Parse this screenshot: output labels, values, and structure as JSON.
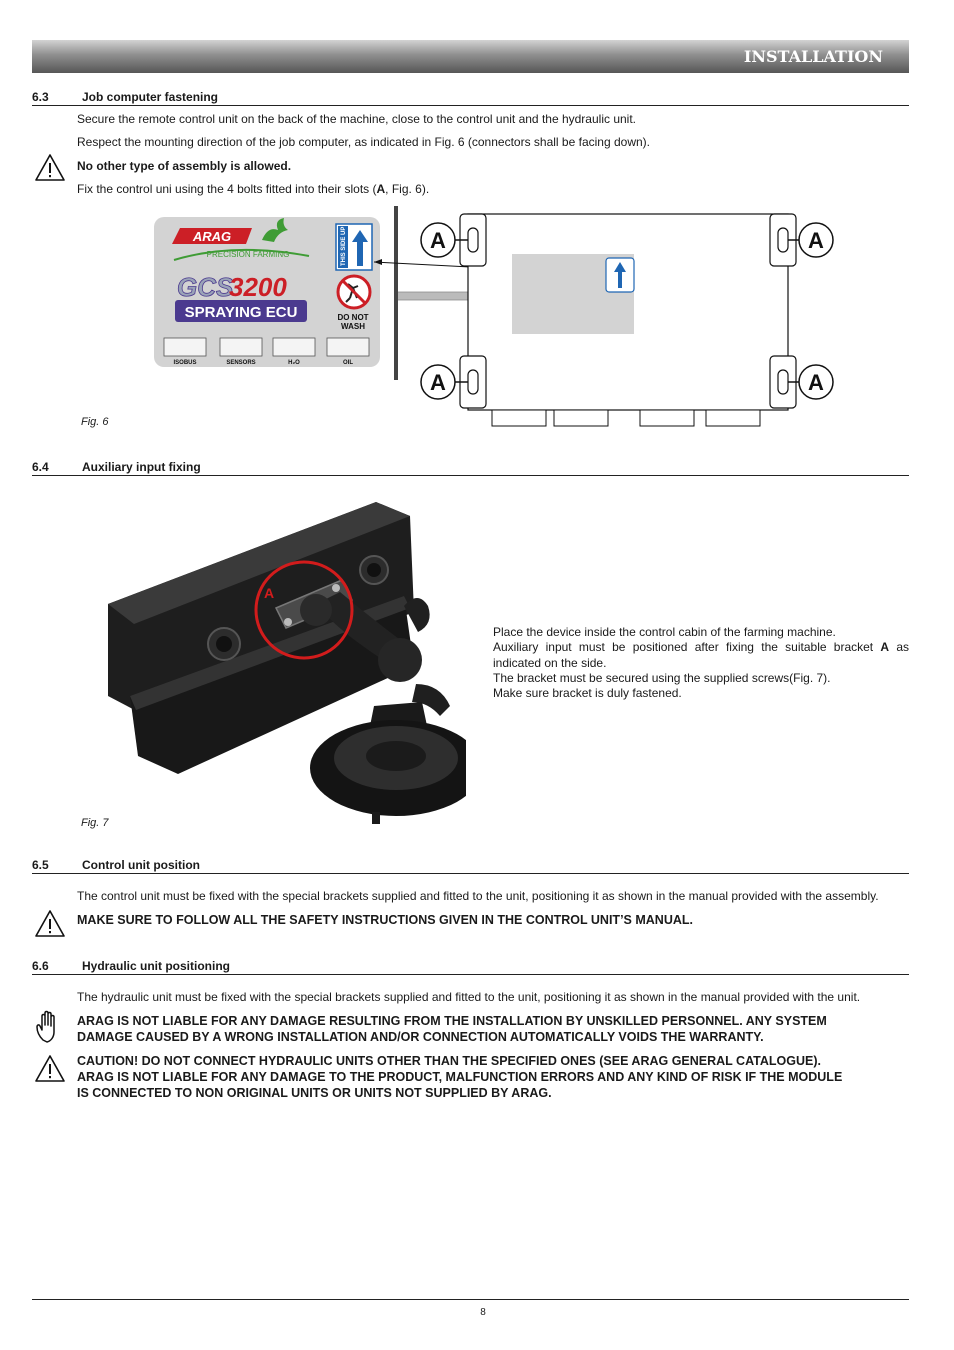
{
  "header": {
    "title": "INSTALLATION"
  },
  "sections": {
    "s63": {
      "number": "6.3",
      "title": "Job computer fastening",
      "para1": "Secure the remote control unit on the back of the machine, close to the control unit and the hydraulic unit.",
      "para2": "Respect the mounting direction of the job computer, as indicated in Fig. 6 (connectors shall be facing down).",
      "warning": "No other type of assembly is allowed.",
      "para3_pre": "Fix the control uni using the 4 bolts fitted into their slots (",
      "para3_bold": "A",
      "para3_post": ", Fig. 6).",
      "fig_label": "Fig. 6"
    },
    "s64": {
      "number": "6.4",
      "title": "Auxiliary input fixing",
      "line1": "Place the device inside the control cabin of the farming machine.",
      "line2_pre": "Auxiliary input must be positioned after fixing the suitable bracket ",
      "line2_bold": "A",
      "line2_post": " as indicated on the side.",
      "line3": "The bracket must be secured using the supplied screws(Fig. 7).",
      "line4": "Make sure bracket is duly fastened.",
      "fig_label": "Fig. 7"
    },
    "s65": {
      "number": "6.5",
      "title": "Control unit position",
      "para": "The control unit must be fixed with the special brackets supplied and fitted to the unit, positioning it as shown in the manual provided with the assembly.",
      "warning": "MAKE SURE TO FOLLOW ALL THE SAFETY INSTRUCTIONS GIVEN IN THE CONTROL UNIT’S MANUAL."
    },
    "s66": {
      "number": "6.6",
      "title": "Hydraulic unit positioning",
      "para": "The hydraulic unit must be fixed with the special brackets supplied and fitted to the unit, positioning it as shown in the manual provided with the unit.",
      "notice_line1": "ARAG IS NOT LIABLE FOR ANY DAMAGE RESULTING FROM THE INSTALLATION BY UNSKILLED PERSONNEL. ANY SYSTEM",
      "notice_line2": "DAMAGE CAUSED BY A WRONG INSTALLATION AND/OR CONNECTION AUTOMATICALLY VOIDS THE WARRANTY.",
      "caution_line1": "CAUTION! DO NOT CONNECT HYDRAULIC UNITS OTHER THAN THE SPECIFIED ONES (SEE ARAG GENERAL CATALOGUE).",
      "caution_line2": "ARAG IS NOT LIABLE FOR ANY DAMAGE TO THE PRODUCT, MALFUNCTION ERRORS AND ANY KIND OF RISK IF THE MODULE",
      "caution_line3": "IS CONNECTED TO NON ORIGINAL UNITS OR UNITS NOT SUPPLIED BY ARAG."
    }
  },
  "fig6": {
    "brand": "ARAG",
    "brand_sub": "PRECISION FARMING",
    "model_prefix": "GCS",
    "model_number": "3200",
    "model_banner": "SPRAYING ECU",
    "side_up": "THIS SIDE UP",
    "do_not_wash_1": "DO NOT",
    "do_not_wash_2": "WASH",
    "ports": [
      "ISOBUS",
      "SENSORS",
      "H₂O",
      "OIL"
    ],
    "callout": "A",
    "colors": {
      "brand_red": "#cc1f26",
      "brand_green": "#3f9c35",
      "label_blue": "#1f66b3",
      "model_purple": "#4b3a8f"
    }
  },
  "fig7": {
    "callout": "A",
    "highlight_color": "#d21c1c"
  },
  "footer": {
    "page_number": "8"
  }
}
